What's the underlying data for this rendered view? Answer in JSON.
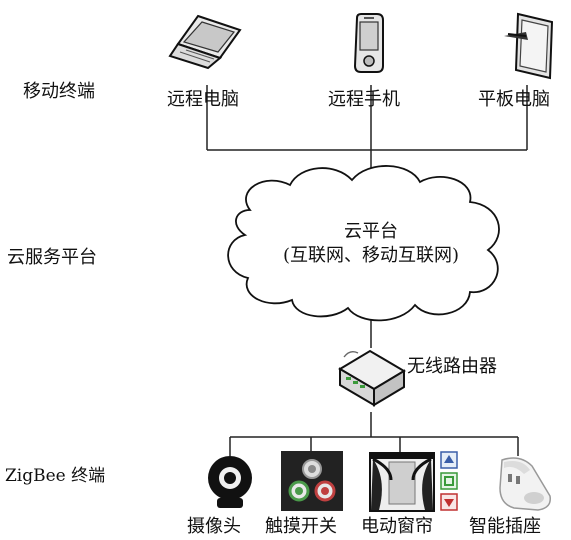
{
  "tiers": {
    "mobile": "移动终端",
    "cloud_service": "云服务平台",
    "zigbee": "ZigBee 终端"
  },
  "mobile_devices": [
    {
      "label": "远程电脑",
      "icon": "laptop-icon"
    },
    {
      "label": "远程手机",
      "icon": "mobile-phone-icon"
    },
    {
      "label": "平板电脑",
      "icon": "tablet-icon"
    }
  ],
  "cloud": {
    "title": "云平台",
    "subtitle": "(互联网、移动互联网)",
    "icon": "cloud-icon"
  },
  "router": {
    "label": "无线路由器",
    "icon": "router-icon"
  },
  "zigbee_devices": [
    {
      "label": "摄像头",
      "icon": "camera-icon"
    },
    {
      "label": "触摸开关",
      "icon": "touch-switch-icon"
    },
    {
      "label": "电动窗帘",
      "icon": "curtain-icon"
    },
    {
      "label": "智能插座",
      "icon": "smart-socket-icon"
    }
  ]
}
